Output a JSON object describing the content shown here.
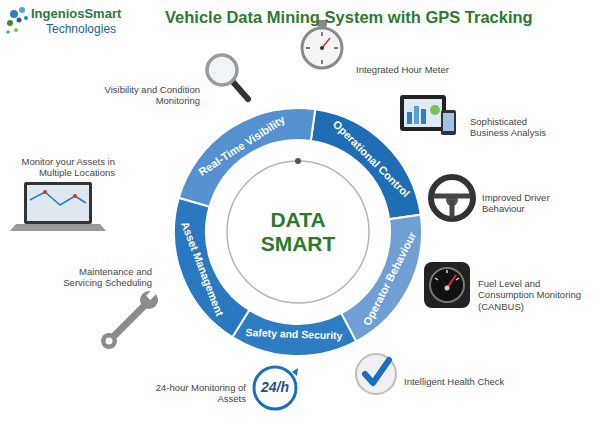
{
  "diagram": {
    "title": "Vehicle Data Mining System with GPS Tracking",
    "nodes": [
      {
        "text": [
          "Operational Control"
        ]
      },
      {
        "text": [
          "Operator Behaviour"
        ]
      },
      {
        "text": [
          "Safety and Security"
        ]
      },
      {
        "text": [
          "Asset Management"
        ]
      },
      {
        "text": [
          "Real-Time Visibility"
        ]
      },
      {
        "text": [
          "DATA SMART"
        ]
      }
    ],
    "labels": [
      "IngeniosSmart",
      "Technologies",
      "Visibility and Condition Monitoring",
      "Integrated Hour Meter",
      "Sophisticated Business Analysis",
      "Monitor your Assets in Multiple Locations",
      "Improved Driver Behaviour",
      "Fuel Level and Consumption Monitoring (CANBUS)",
      "Maintenance and Servicing Scheduling",
      "24-hour Monitoring of Assets",
      "Intelligent Health Check",
      "24/h"
    ]
  }
}
